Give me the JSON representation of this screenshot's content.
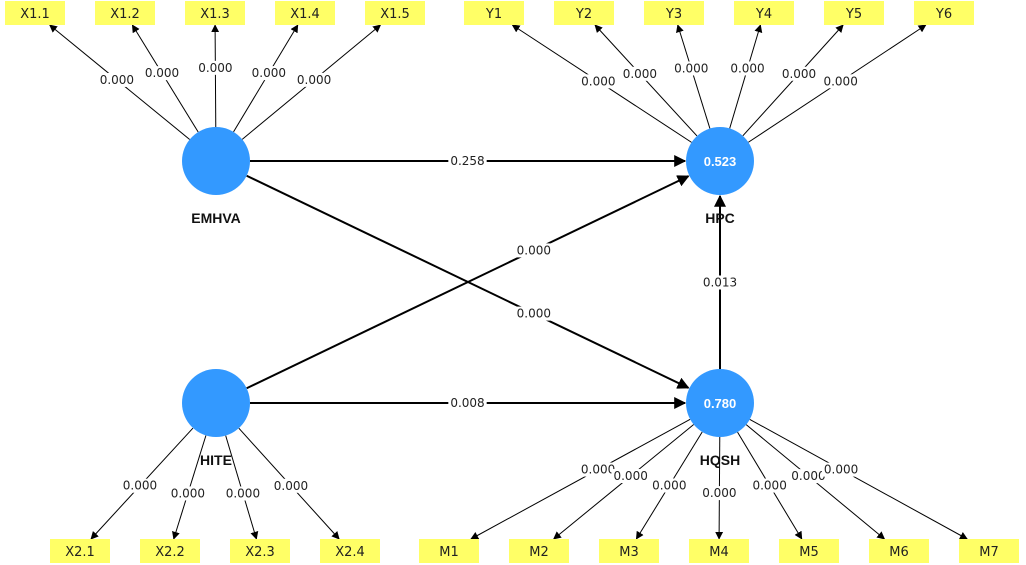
{
  "nodes": [
    {
      "id": "EMHVA",
      "label": "EMHVA",
      "value": ""
    },
    {
      "id": "HITE",
      "label": "HITE",
      "value": ""
    },
    {
      "id": "HPC",
      "label": "HPC",
      "value": "0.523"
    },
    {
      "id": "HQSH",
      "label": "HQSH",
      "value": "0.780"
    }
  ],
  "indicators": [
    {
      "id": "X1.1",
      "label": "X1.1"
    },
    {
      "id": "X1.2",
      "label": "X1.2"
    },
    {
      "id": "X1.3",
      "label": "X1.3"
    },
    {
      "id": "X1.4",
      "label": "X1.4"
    },
    {
      "id": "X1.5",
      "label": "X1.5"
    },
    {
      "id": "Y1",
      "label": "Y1"
    },
    {
      "id": "Y2",
      "label": "Y2"
    },
    {
      "id": "Y3",
      "label": "Y3"
    },
    {
      "id": "Y4",
      "label": "Y4"
    },
    {
      "id": "Y5",
      "label": "Y5"
    },
    {
      "id": "Y6",
      "label": "Y6"
    },
    {
      "id": "X2.1",
      "label": "X2.1"
    },
    {
      "id": "X2.2",
      "label": "X2.2"
    },
    {
      "id": "X2.3",
      "label": "X2.3"
    },
    {
      "id": "X2.4",
      "label": "X2.4"
    },
    {
      "id": "M1",
      "label": "M1"
    },
    {
      "id": "M2",
      "label": "M2"
    },
    {
      "id": "M3",
      "label": "M3"
    },
    {
      "id": "M4",
      "label": "M4"
    },
    {
      "id": "M5",
      "label": "M5"
    },
    {
      "id": "M6",
      "label": "M6"
    },
    {
      "id": "M7",
      "label": "M7"
    }
  ],
  "structural_paths": [
    {
      "from": "EMHVA",
      "to": "HPC",
      "value": "0.258"
    },
    {
      "from": "HITE",
      "to": "HPC",
      "value": "0.000"
    },
    {
      "from": "EMHVA",
      "to": "HQSH",
      "value": "0.000"
    },
    {
      "from": "HITE",
      "to": "HQSH",
      "value": "0.008"
    },
    {
      "from": "HQSH",
      "to": "HPC",
      "value": "0.013"
    }
  ],
  "loadings": [
    {
      "from": "EMHVA",
      "to": "X1.1",
      "value": "0.000"
    },
    {
      "from": "EMHVA",
      "to": "X1.2",
      "value": "0.000"
    },
    {
      "from": "EMHVA",
      "to": "X1.3",
      "value": "0.000"
    },
    {
      "from": "EMHVA",
      "to": "X1.4",
      "value": "0.000"
    },
    {
      "from": "EMHVA",
      "to": "X1.5",
      "value": "0.000"
    },
    {
      "from": "HPC",
      "to": "Y1",
      "value": "0.000"
    },
    {
      "from": "HPC",
      "to": "Y2",
      "value": "0.000"
    },
    {
      "from": "HPC",
      "to": "Y3",
      "value": "0.000"
    },
    {
      "from": "HPC",
      "to": "Y4",
      "value": "0.000"
    },
    {
      "from": "HPC",
      "to": "Y5",
      "value": "0.000"
    },
    {
      "from": "HPC",
      "to": "Y6",
      "value": "0.000"
    },
    {
      "from": "HITE",
      "to": "X2.1",
      "value": "0.000"
    },
    {
      "from": "HITE",
      "to": "X2.2",
      "value": "0.000"
    },
    {
      "from": "HITE",
      "to": "X2.3",
      "value": "0.000"
    },
    {
      "from": "HITE",
      "to": "X2.4",
      "value": "0.000"
    },
    {
      "from": "HQSH",
      "to": "M1",
      "value": "0.000"
    },
    {
      "from": "HQSH",
      "to": "M2",
      "value": "0.000"
    },
    {
      "from": "HQSH",
      "to": "M3",
      "value": "0.000"
    },
    {
      "from": "HQSH",
      "to": "M4",
      "value": "0.000"
    },
    {
      "from": "HQSH",
      "to": "M5",
      "value": "0.000"
    },
    {
      "from": "HQSH",
      "to": "M6",
      "value": "0.000"
    },
    {
      "from": "HQSH",
      "to": "M7",
      "value": "0.000"
    }
  ],
  "colors": {
    "node": "#3399ff",
    "indicator": "#ffff66",
    "edge": "#000000"
  }
}
